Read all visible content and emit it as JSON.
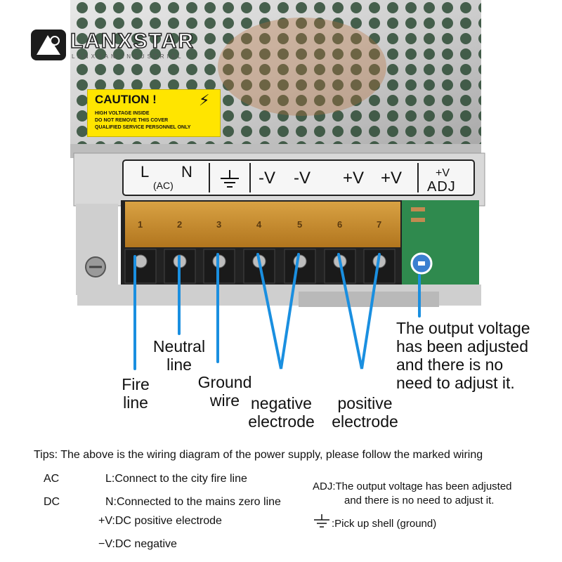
{
  "logo": {
    "brand": "LANXSTAR",
    "tagline": "LANXUAN INDUSTRIAL"
  },
  "caution_label": {
    "title": "CAUTION !",
    "lines": [
      "HIGH VOLTAGE INSIDE",
      "DO NOT REMOVE THIS COVER",
      "QUALIFIED SERVICE PERSONNEL ONLY"
    ]
  },
  "terminal_labels": {
    "ac_l": "L",
    "ac_n": "N",
    "ac": "(AC)",
    "neg1": "-V",
    "neg2": "-V",
    "pos1": "+V",
    "pos2": "+V",
    "adj_top": "+V",
    "adj_bottom": "ADJ"
  },
  "terminal_numbers": [
    "1",
    "2",
    "3",
    "4",
    "5",
    "6",
    "7"
  ],
  "callouts": {
    "fire": [
      "Fire",
      "line"
    ],
    "neutral": [
      "Neutral",
      "line"
    ],
    "ground": [
      "Ground",
      "wire"
    ],
    "negative": [
      "negative",
      "electrode"
    ],
    "positive": [
      "positive",
      "electrode"
    ],
    "adjust": [
      "The output voltage",
      "has been adjusted",
      "and there is no",
      "need to adjust it."
    ]
  },
  "tips": {
    "header": "Tips: The above is the wiring diagram of the power supply, please follow the marked wiring",
    "ac_key": "AC",
    "dc_key": "DC",
    "l": "L:Connect to the city fire line",
    "n": "N:Connected to the mains zero line",
    "pv": "+V:DC positive electrode",
    "nv": "−V:DC negative",
    "adj_line1": "ADJ:The output voltage has been adjusted",
    "adj_line2": "and there is no need to adjust it.",
    "ground": ":Pick up shell (ground)"
  },
  "colors": {
    "callout_line": "#1a8fe0",
    "terminal_cover": "#d99a2b",
    "caution_bg": "#ffe500"
  }
}
